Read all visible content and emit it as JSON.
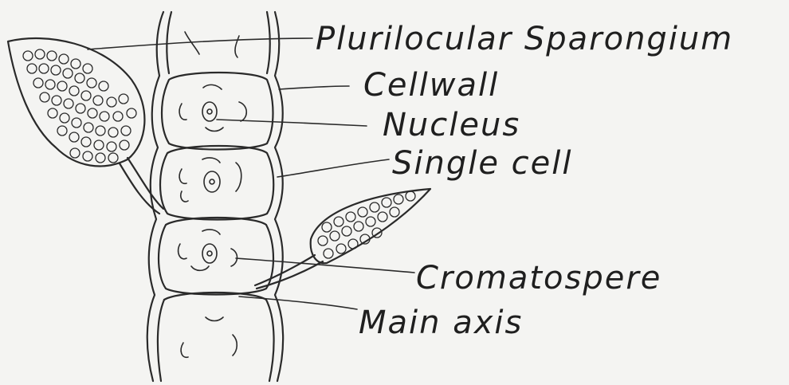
{
  "labels": {
    "sporangium": "Plurilocular Sparongium",
    "cell_wall": "Cellwall",
    "nucleus": "Nucleus",
    "single_cell": "Single cell",
    "chromatosphere": "Cromatospere",
    "main_axis": "Main axis"
  },
  "colors": {
    "ink": "#2a2a2a",
    "paper": "#f4f4f2"
  }
}
